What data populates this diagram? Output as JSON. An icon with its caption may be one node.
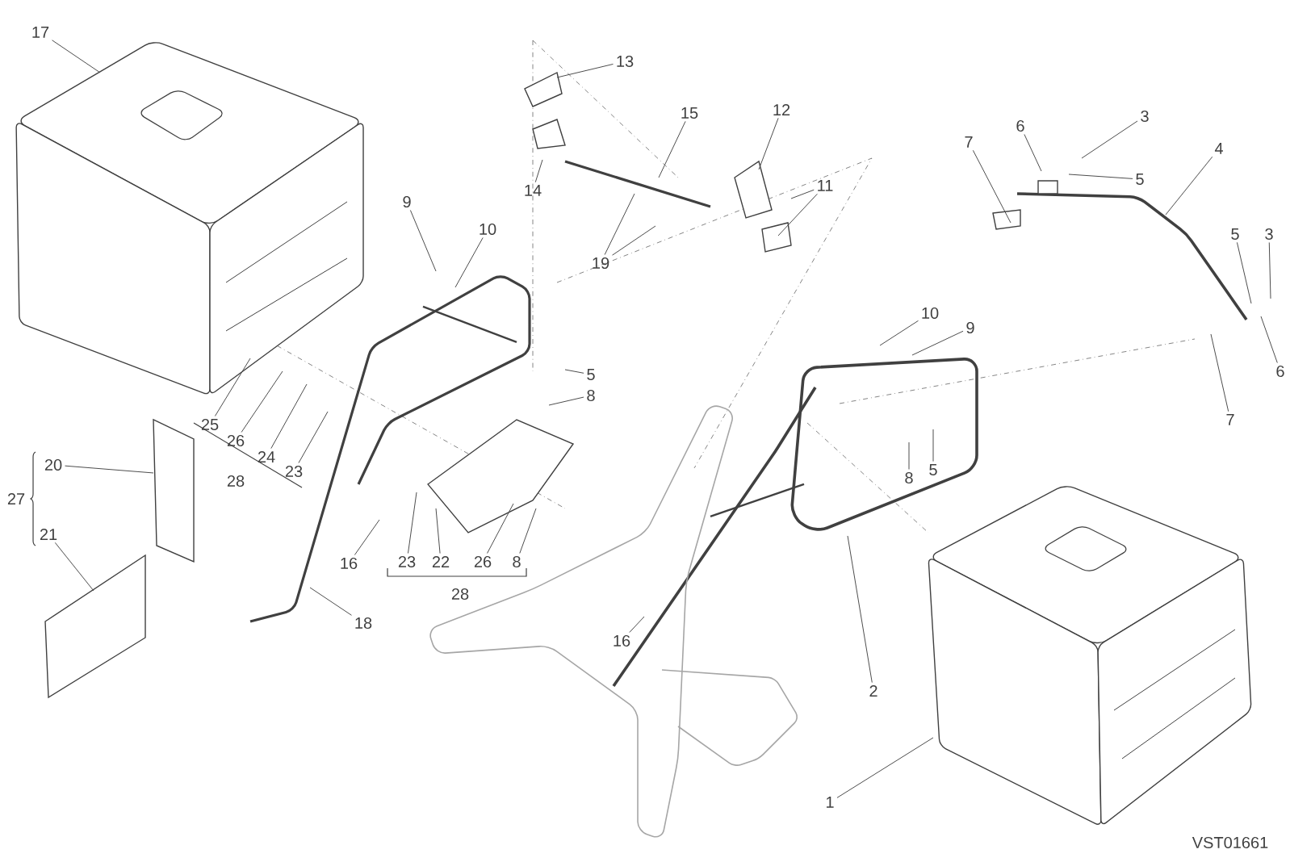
{
  "diagram": {
    "nodes": [
      {
        "text": [
          "17"
        ]
      },
      {
        "text": [
          "13"
        ]
      },
      {
        "text": [
          "14"
        ]
      },
      {
        "text": [
          "19"
        ]
      },
      {
        "text": [
          "15"
        ]
      },
      {
        "text": [
          "12"
        ]
      },
      {
        "text": [
          "11"
        ]
      },
      {
        "text": [
          "9"
        ]
      },
      {
        "text": [
          "10"
        ]
      },
      {
        "text": [
          "5"
        ]
      },
      {
        "text": [
          "8"
        ]
      },
      {
        "text": [
          "25"
        ]
      },
      {
        "text": [
          "26"
        ]
      },
      {
        "text": [
          "24"
        ]
      },
      {
        "text": [
          "23"
        ]
      },
      {
        "text": [
          "20"
        ]
      },
      {
        "text": [
          "21"
        ]
      },
      {
        "text": [
          "16"
        ]
      },
      {
        "text": [
          "23"
        ]
      },
      {
        "text": [
          "22"
        ]
      },
      {
        "text": [
          "26"
        ]
      },
      {
        "text": [
          "8"
        ]
      },
      {
        "text": [
          "18"
        ]
      },
      {
        "text": [
          "16"
        ]
      },
      {
        "text": [
          "10"
        ]
      },
      {
        "text": [
          "9"
        ]
      },
      {
        "text": [
          "8"
        ]
      },
      {
        "text": [
          "5"
        ]
      },
      {
        "text": [
          "2"
        ]
      },
      {
        "text": [
          "1"
        ]
      },
      {
        "text": [
          "7"
        ]
      },
      {
        "text": [
          "6"
        ]
      },
      {
        "text": [
          "3"
        ]
      },
      {
        "text": [
          "5"
        ]
      },
      {
        "text": [
          "4"
        ]
      },
      {
        "text": [
          "5"
        ]
      },
      {
        "text": [
          "3"
        ]
      },
      {
        "text": [
          "6"
        ]
      },
      {
        "text": [
          "7"
        ]
      }
    ],
    "edges": [
      {
        "from": 0,
        "to": null,
        "arrow": "none"
      },
      {
        "from": 1,
        "to": null,
        "arrow": "none"
      },
      {
        "from": 2,
        "to": null,
        "arrow": "none"
      },
      {
        "from": 3,
        "to": null,
        "arrow": "none"
      },
      {
        "from": 3,
        "to": null,
        "arrow": "none"
      },
      {
        "from": 4,
        "to": null,
        "arrow": "none"
      },
      {
        "from": 5,
        "to": null,
        "arrow": "none"
      },
      {
        "from": 6,
        "to": null,
        "arrow": "none"
      },
      {
        "from": 6,
        "to": null,
        "arrow": "none"
      },
      {
        "from": 7,
        "to": null,
        "arrow": "none"
      },
      {
        "from": 8,
        "to": null,
        "arrow": "none"
      },
      {
        "from": 9,
        "to": null,
        "arrow": "none"
      },
      {
        "from": 10,
        "to": null,
        "arrow": "none"
      },
      {
        "from": 11,
        "to": null,
        "arrow": "none"
      },
      {
        "from": 12,
        "to": null,
        "arrow": "none"
      },
      {
        "from": 13,
        "to": null,
        "arrow": "none"
      },
      {
        "from": 14,
        "to": null,
        "arrow": "none"
      },
      {
        "from": 15,
        "to": null,
        "arrow": "none"
      },
      {
        "from": 16,
        "to": null,
        "arrow": "none"
      },
      {
        "from": 17,
        "to": null,
        "arrow": "none"
      },
      {
        "from": 18,
        "to": null,
        "arrow": "none"
      },
      {
        "from": 19,
        "to": null,
        "arrow": "none"
      },
      {
        "from": 20,
        "to": null,
        "arrow": "none"
      },
      {
        "from": 21,
        "to": null,
        "arrow": "none"
      },
      {
        "from": 22,
        "to": null,
        "arrow": "none"
      },
      {
        "from": 23,
        "to": null,
        "arrow": "none"
      },
      {
        "from": 24,
        "to": null,
        "arrow": "none"
      },
      {
        "from": 25,
        "to": null,
        "arrow": "none"
      },
      {
        "from": 26,
        "to": null,
        "arrow": "none"
      },
      {
        "from": 27,
        "to": null,
        "arrow": "none"
      },
      {
        "from": 28,
        "to": null,
        "arrow": "none"
      },
      {
        "from": 29,
        "to": null,
        "arrow": "none"
      },
      {
        "from": 30,
        "to": null,
        "arrow": "none"
      },
      {
        "from": 31,
        "to": null,
        "arrow": "none"
      },
      {
        "from": 32,
        "to": null,
        "arrow": "none"
      },
      {
        "from": 33,
        "to": null,
        "arrow": "none"
      },
      {
        "from": 34,
        "to": null,
        "arrow": "none"
      },
      {
        "from": 35,
        "to": null,
        "arrow": "none"
      },
      {
        "from": 36,
        "to": null,
        "arrow": "none"
      },
      {
        "from": 37,
        "to": null,
        "arrow": "none"
      },
      {
        "from": 38,
        "to": null,
        "arrow": "none"
      }
    ],
    "labels": [
      "27",
      "28",
      "28",
      "VST01661"
    ]
  }
}
